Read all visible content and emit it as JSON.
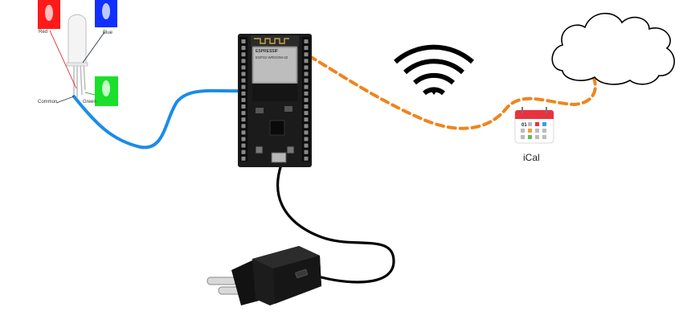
{
  "led": {
    "labels": {
      "red": "Red",
      "blue": "Blue",
      "green": "Green",
      "common": "Common"
    },
    "colors": {
      "red": "#ff1a1a",
      "blue": "#1030ff",
      "green": "#19e02a"
    }
  },
  "board": {
    "chip_brand": "ESPRESSIF",
    "chip_model": "ESP32-WROOM-32",
    "color": "#1b1b1b"
  },
  "wifi": {
    "icon": "wifi-icon",
    "color": "#000000"
  },
  "cloud": {
    "icon": "cloud-icon"
  },
  "ical": {
    "label": "iCal",
    "day": "01",
    "icon": "calendar-icon",
    "accent": "#e8333f"
  },
  "charger": {
    "icon": "usb-wall-charger",
    "color": "#1c1c1c"
  },
  "links": {
    "led_cable_color": "#1a8ce8",
    "wifi_link_color": "#f0841c",
    "usb_cable_color": "#000000"
  }
}
